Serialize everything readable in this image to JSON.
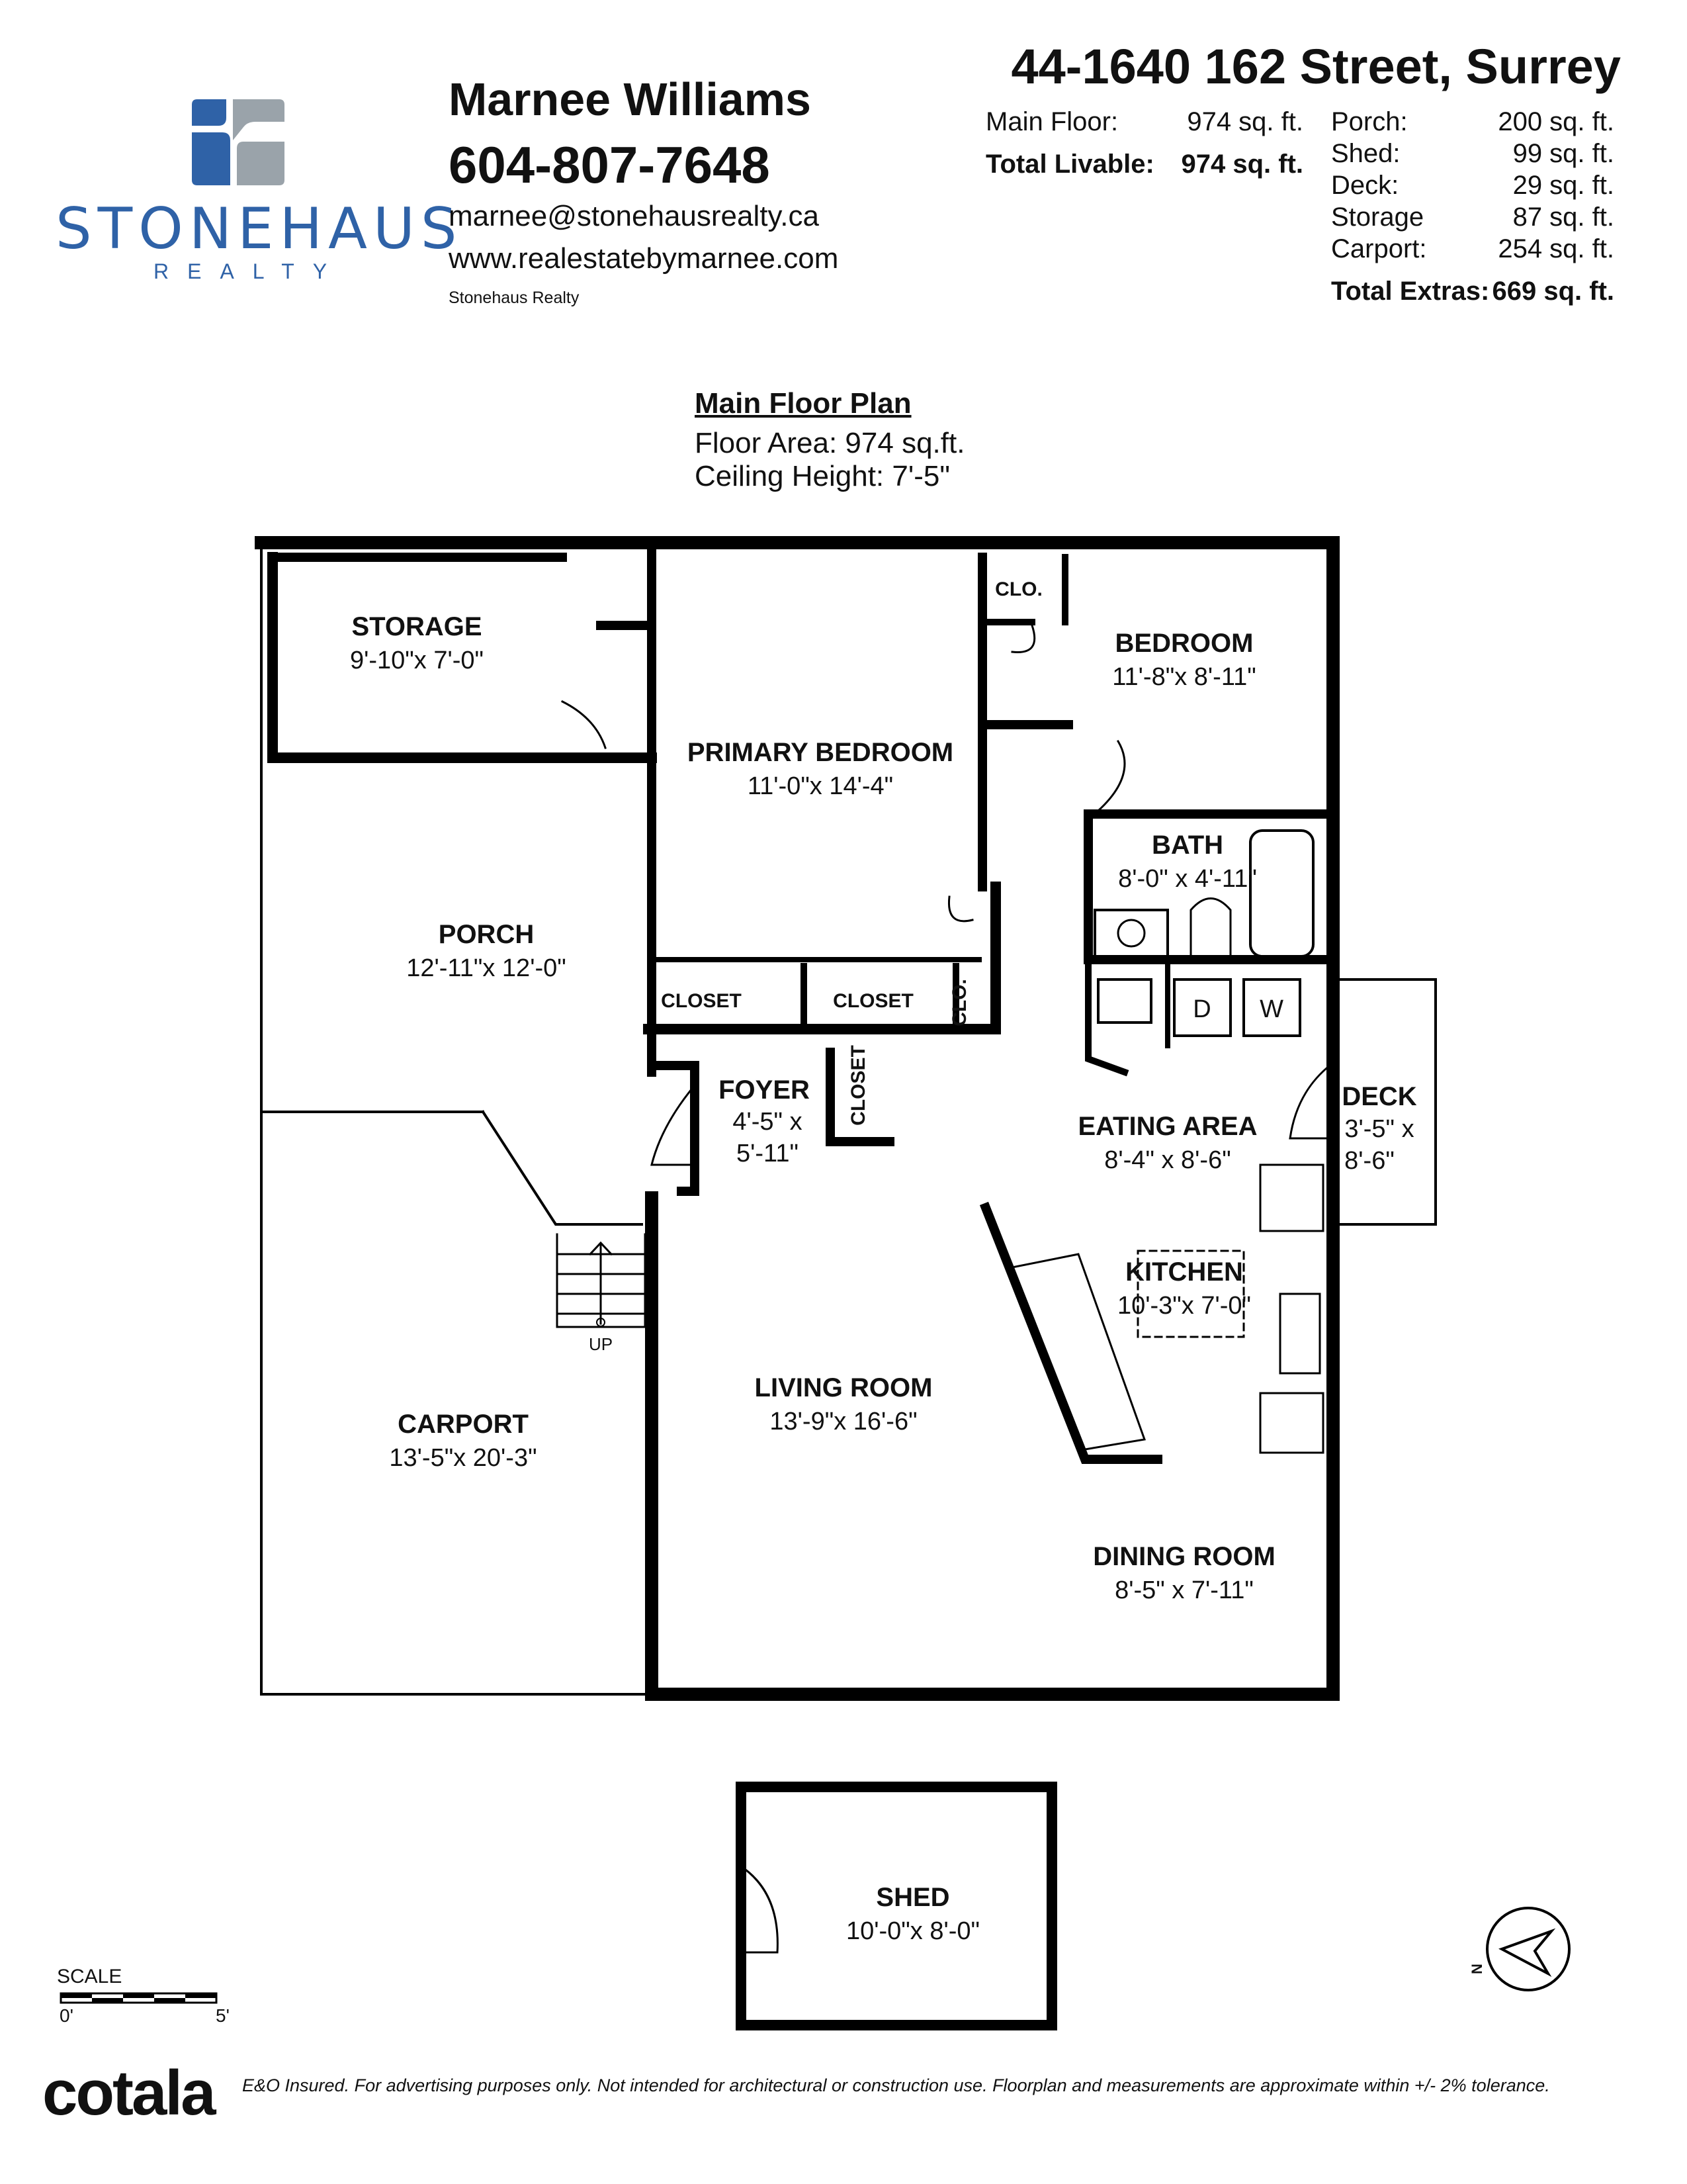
{
  "brand": {
    "name": "STONEHAUS",
    "sub": "REALTY",
    "colors": {
      "primary": "#2f62a7",
      "grey": "#9aa3aa",
      "wall": "#000000"
    }
  },
  "agent": {
    "name": "Marnee Williams",
    "phone": "604-807-7648",
    "email": "marnee@stonehausrealty.ca",
    "website": "www.realestatebymarnee.com",
    "brokerage": "Stonehaus Realty"
  },
  "property": {
    "address": "44-1640 162 Street, Surrey",
    "livable": [
      {
        "label": "Main Floor:",
        "value": "974 sq. ft."
      },
      {
        "label": "Total Livable:",
        "value": "974 sq. ft."
      }
    ],
    "extras": [
      {
        "label": "Porch:",
        "value": "200 sq. ft."
      },
      {
        "label": "Shed:",
        "value": "99 sq. ft."
      },
      {
        "label": "Deck:",
        "value": "29 sq. ft."
      },
      {
        "label": "Storage",
        "value": "87 sq. ft."
      },
      {
        "label": "Carport:",
        "value": "254 sq. ft."
      }
    ],
    "total_extras": {
      "label": "Total Extras:",
      "value": "669 sq. ft."
    }
  },
  "plan": {
    "title": "Main Floor Plan",
    "floor_area": "Floor Area: 974 sq.ft.",
    "ceiling_height": "Ceiling Height: 7'-5\""
  },
  "rooms": {
    "storage": {
      "name": "STORAGE",
      "dim": "9'-10\"x 7'-0\""
    },
    "primary_bedroom": {
      "name": "PRIMARY BEDROOM",
      "dim": "11'-0\"x 14'-4\""
    },
    "clo_top": {
      "name": "CLO."
    },
    "bedroom": {
      "name": "BEDROOM",
      "dim": "11'-8\"x 8'-11\""
    },
    "bath": {
      "name": "BATH",
      "dim": "8'-0\" x 4'-11\""
    },
    "porch": {
      "name": "PORCH",
      "dim": "12'-11\"x 12'-0\""
    },
    "closet_1": {
      "name": "CLOSET"
    },
    "closet_2": {
      "name": "CLOSET"
    },
    "clo_mid": {
      "name": "CLO."
    },
    "closet_foyer": {
      "name": "CLOSET"
    },
    "foyer": {
      "name": "FOYER",
      "dim_1": "4'-5\" x",
      "dim_2": "5'-11\""
    },
    "dryer": {
      "name": "D"
    },
    "washer": {
      "name": "W"
    },
    "eating_area": {
      "name": "EATING AREA",
      "dim": "8'-4\" x 8'-6\""
    },
    "deck": {
      "name": "DECK",
      "dim_1": "3'-5\" x",
      "dim_2": "8'-6\""
    },
    "kitchen": {
      "name": "KITCHEN",
      "dim": "10'-3\"x 7'-0\""
    },
    "carport": {
      "name": "CARPORT",
      "dim": "13'-5\"x 20'-3\""
    },
    "stairs": {
      "name": "UP"
    },
    "living_room": {
      "name": "LIVING ROOM",
      "dim": "13'-9\"x 16'-6\""
    },
    "dining_room": {
      "name": "DINING ROOM",
      "dim": "8'-5\" x 7'-11\""
    },
    "shed": {
      "name": "SHED",
      "dim": "10'-0\"x 8'-0\""
    }
  },
  "compass": {
    "label": "N"
  },
  "scale": {
    "label": "SCALE",
    "start": "0'",
    "end": "5'"
  },
  "footer": {
    "logo": "cotala",
    "disclaimer": "E&O Insured. For advertising purposes only. Not intended for architectural or construction use. Floorplan and measurements are approximate within +/- 2% tolerance."
  }
}
